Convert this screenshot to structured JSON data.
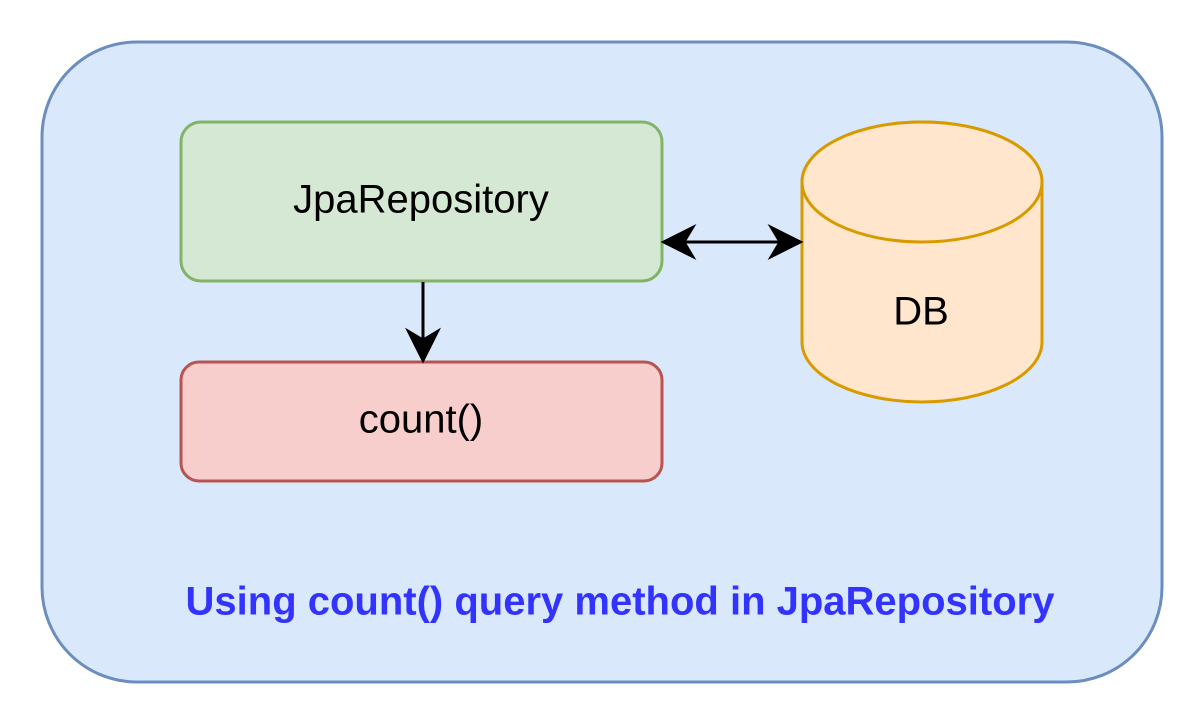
{
  "diagram": {
    "caption": "Using count() query method in JpaRepository",
    "nodes": {
      "repository": {
        "label": "JpaRepository"
      },
      "count": {
        "label": "count()"
      },
      "database": {
        "label": "DB"
      }
    },
    "edges": [
      {
        "from": "repository",
        "to": "count",
        "kind": "one-way"
      },
      {
        "from": "repository",
        "to": "database",
        "kind": "two-way"
      }
    ]
  },
  "colors": {
    "container_fill": "#dae8fc",
    "container_stroke": "#6c8ebf",
    "repository_fill": "#d5e8d4",
    "repository_stroke": "#82b366",
    "count_fill": "#f8cecc",
    "count_stroke": "#b85450",
    "database_fill": "#ffe6cc",
    "database_stroke": "#d79b00",
    "caption_text": "#3333ff",
    "arrow": "#000000"
  }
}
